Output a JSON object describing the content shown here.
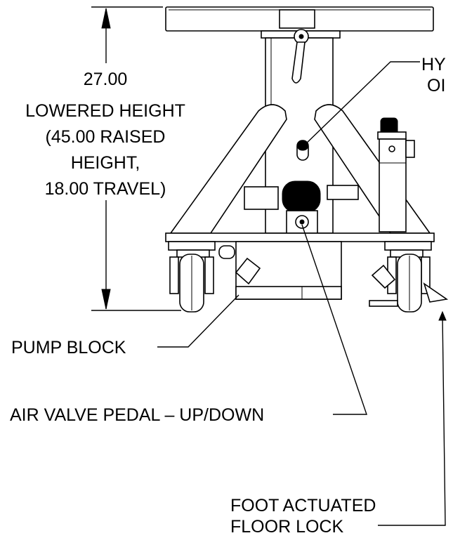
{
  "diagram": {
    "dimension": {
      "value": "27.00",
      "lines": [
        "LOWERED HEIGHT",
        "(45.00 RAISED",
        "HEIGHT,",
        "18.00 TRAVEL)"
      ]
    },
    "callouts": {
      "top_right_line1": "HY",
      "top_right_line2": "OI",
      "pump_block": "PUMP BLOCK",
      "air_valve": "AIR VALVE PEDAL – UP/DOWN",
      "floor_lock_line1": "FOOT ACTUATED",
      "floor_lock_line2": "FLOOR LOCK"
    }
  }
}
